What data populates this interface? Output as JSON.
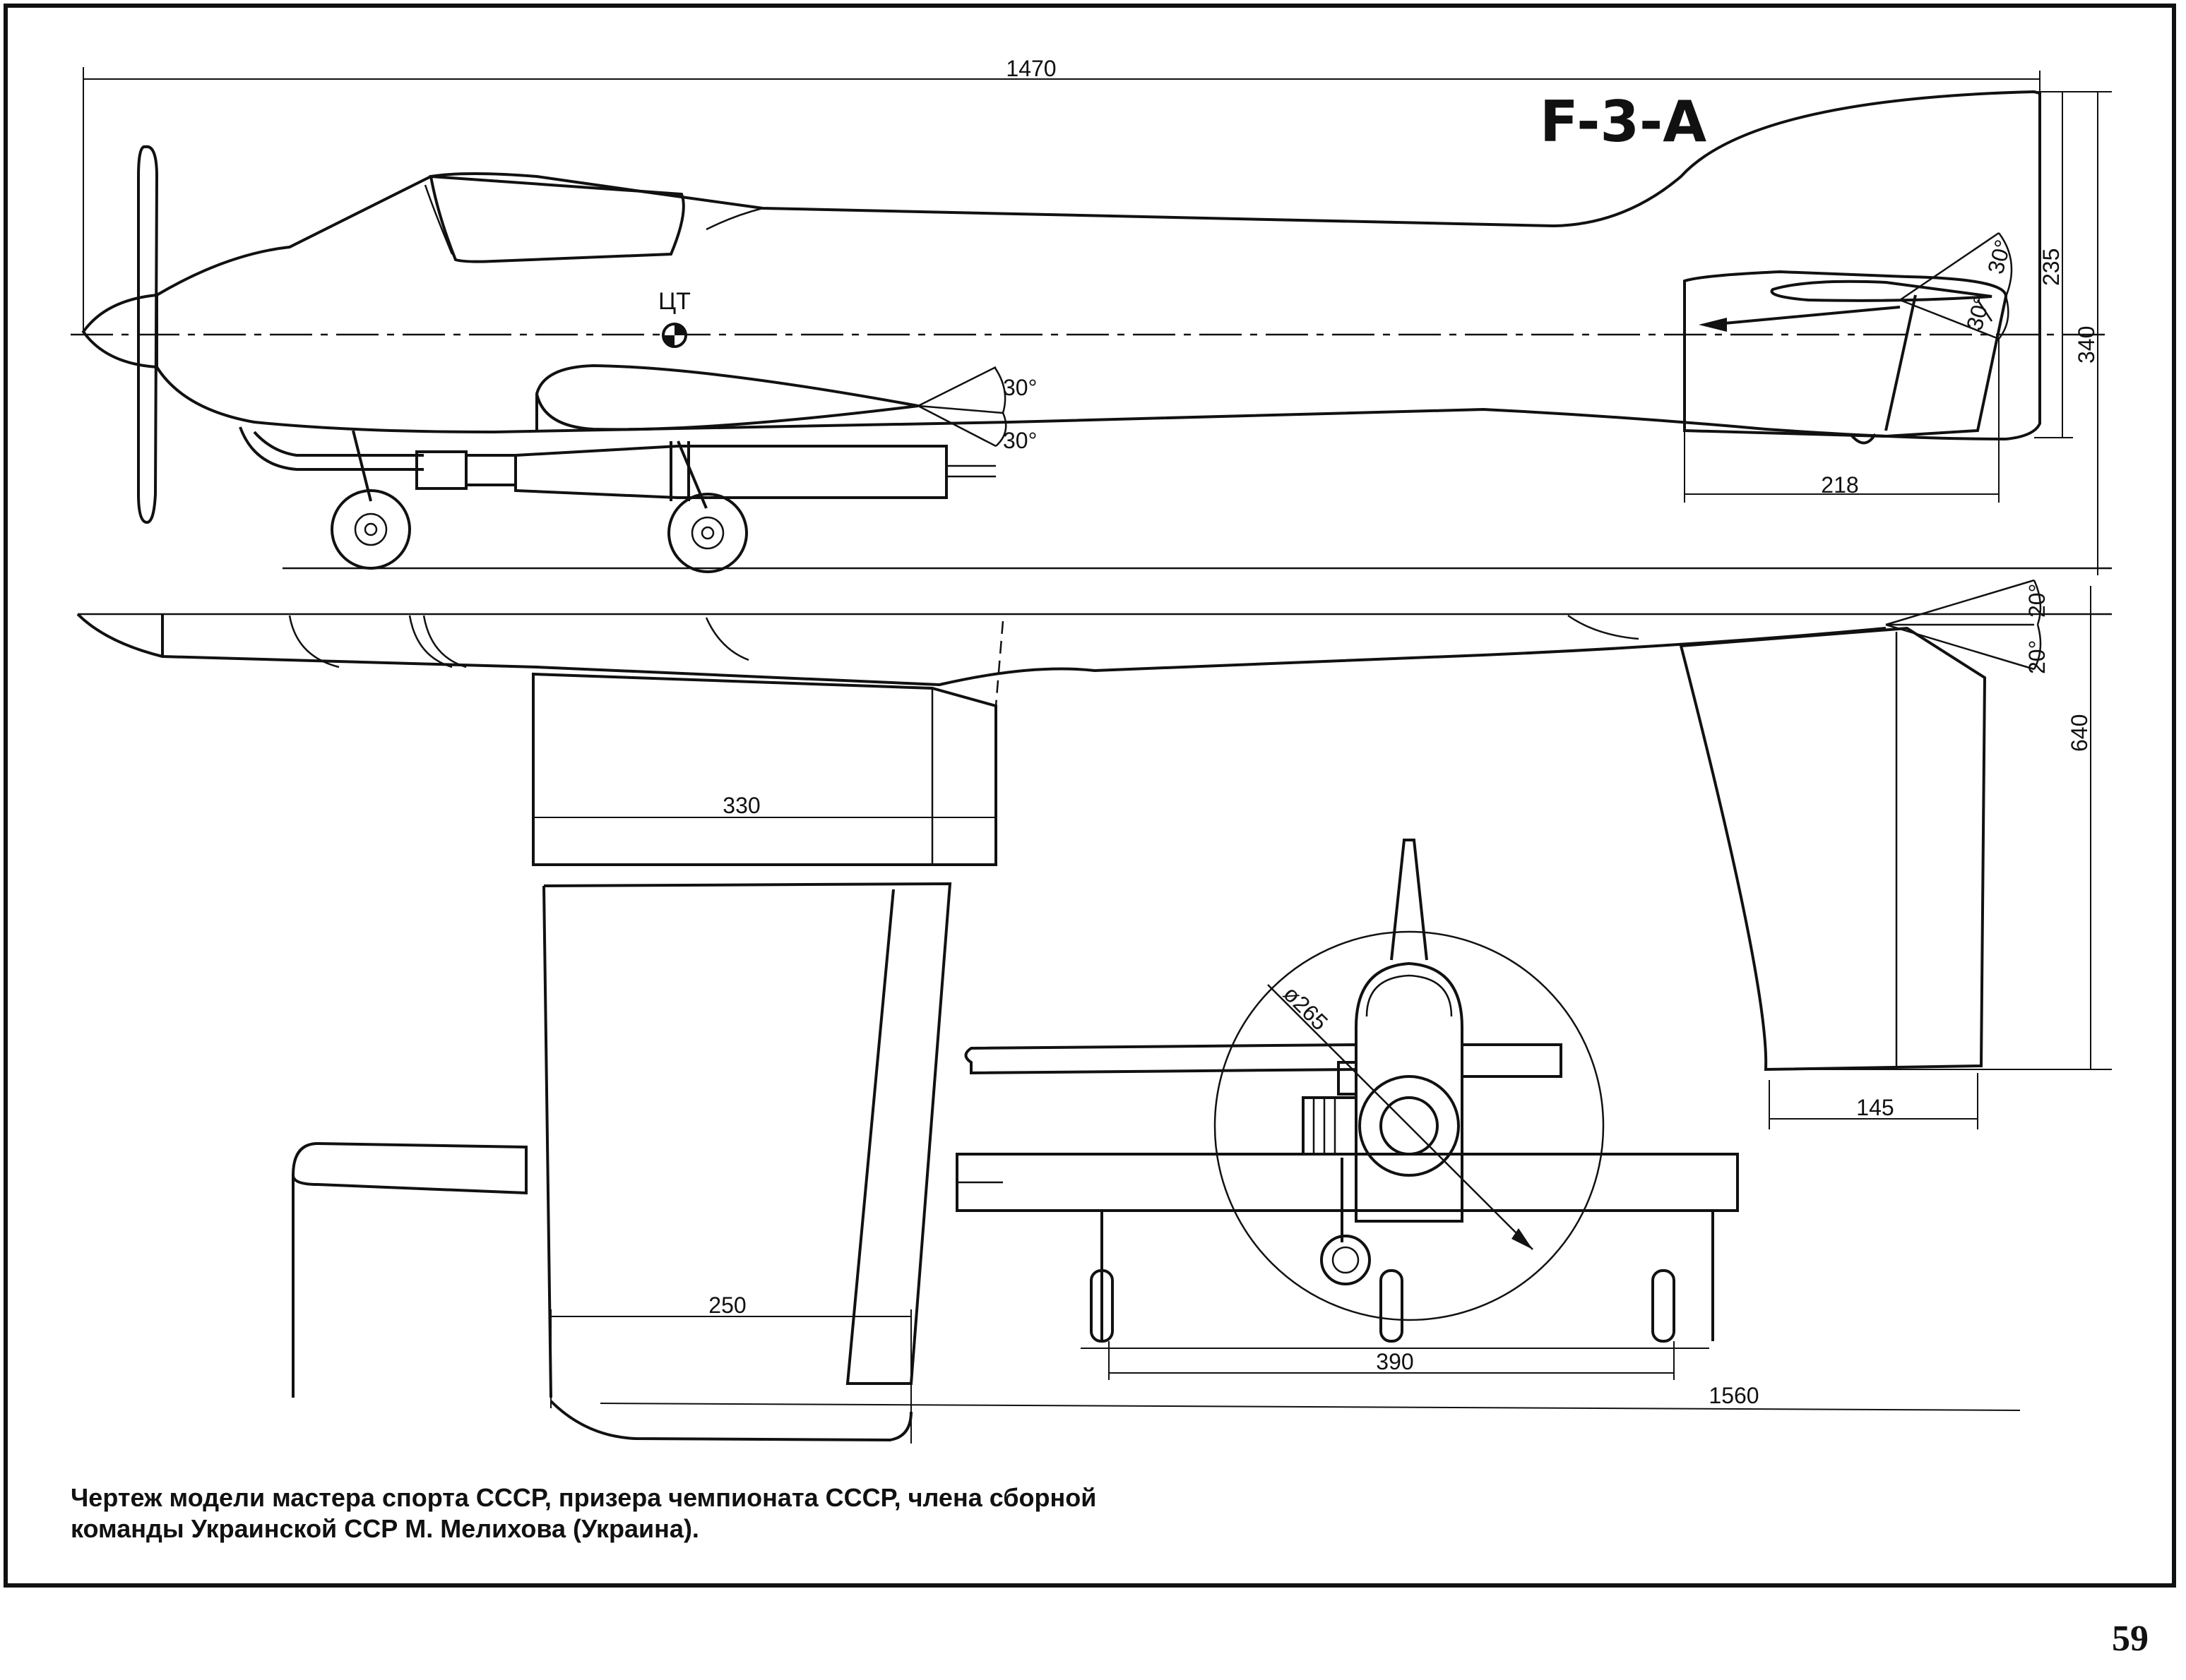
{
  "model_title": "F-3-A",
  "cg_label": "ЦТ",
  "dimensions": {
    "overall_length": "1470",
    "tail_height": "235",
    "total_height": "340",
    "stabilizer_chord": "218",
    "wing_root_chord": "330",
    "wing_tip_chord": "250",
    "fin_chord": "145",
    "half_stabilizer_span": "640",
    "prop_diameter": "ø265",
    "wheel_track": "390",
    "wing_span": "1560"
  },
  "angles": {
    "flap_up": "30°",
    "flap_down": "30°",
    "elevator_up": "30°",
    "elevator_down": "30°",
    "rudder_right": "20°",
    "rudder_left": "20°"
  },
  "caption": "Чертеж модели мастера спорта СССР, призера чемпионата СССР, члена сборной команды Украинской ССР М. Мелихова (Украина).",
  "page_number": "59"
}
